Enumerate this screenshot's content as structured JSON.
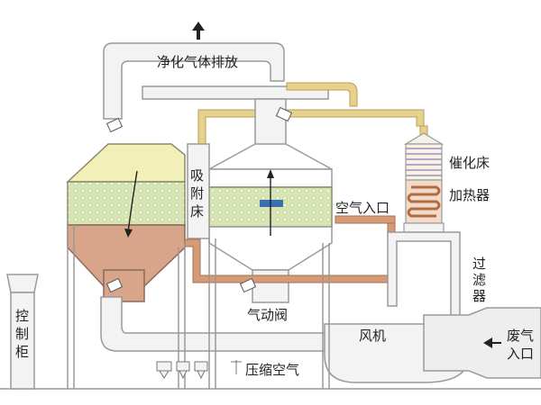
{
  "labels": {
    "clean_gas_exhaust": "净化气体排放",
    "adsorption_bed": [
      "吸",
      "附",
      "床"
    ],
    "air_inlet": "空气入口",
    "catalytic_bed": "催化床",
    "heater": "加热器",
    "filter": [
      "过",
      "滤",
      "器"
    ],
    "pneumatic_valve": "气动阀",
    "fan": "风机",
    "waste_gas_inlet": [
      "废气",
      "入口"
    ],
    "compressed_air": "压缩空气",
    "control_cabinet": [
      "控",
      "制",
      "柜"
    ]
  },
  "colors": {
    "pipe_fill": "#f3f3f3",
    "pipe_stroke": "#9a9a9a",
    "bed_green": "#d8e6b6",
    "bed_yellow": "#f2efb8",
    "bed_salmon": "#d9a58a",
    "hot_pipe_yellow": "#e7d28d",
    "hot_pipe_orange": "#d59a78",
    "arrow": "#222222"
  },
  "icons": [
    "up-arrow-icon",
    "down-arrow-icon",
    "left-arrow-icon",
    "valve-icon",
    "nozzle-icon"
  ]
}
